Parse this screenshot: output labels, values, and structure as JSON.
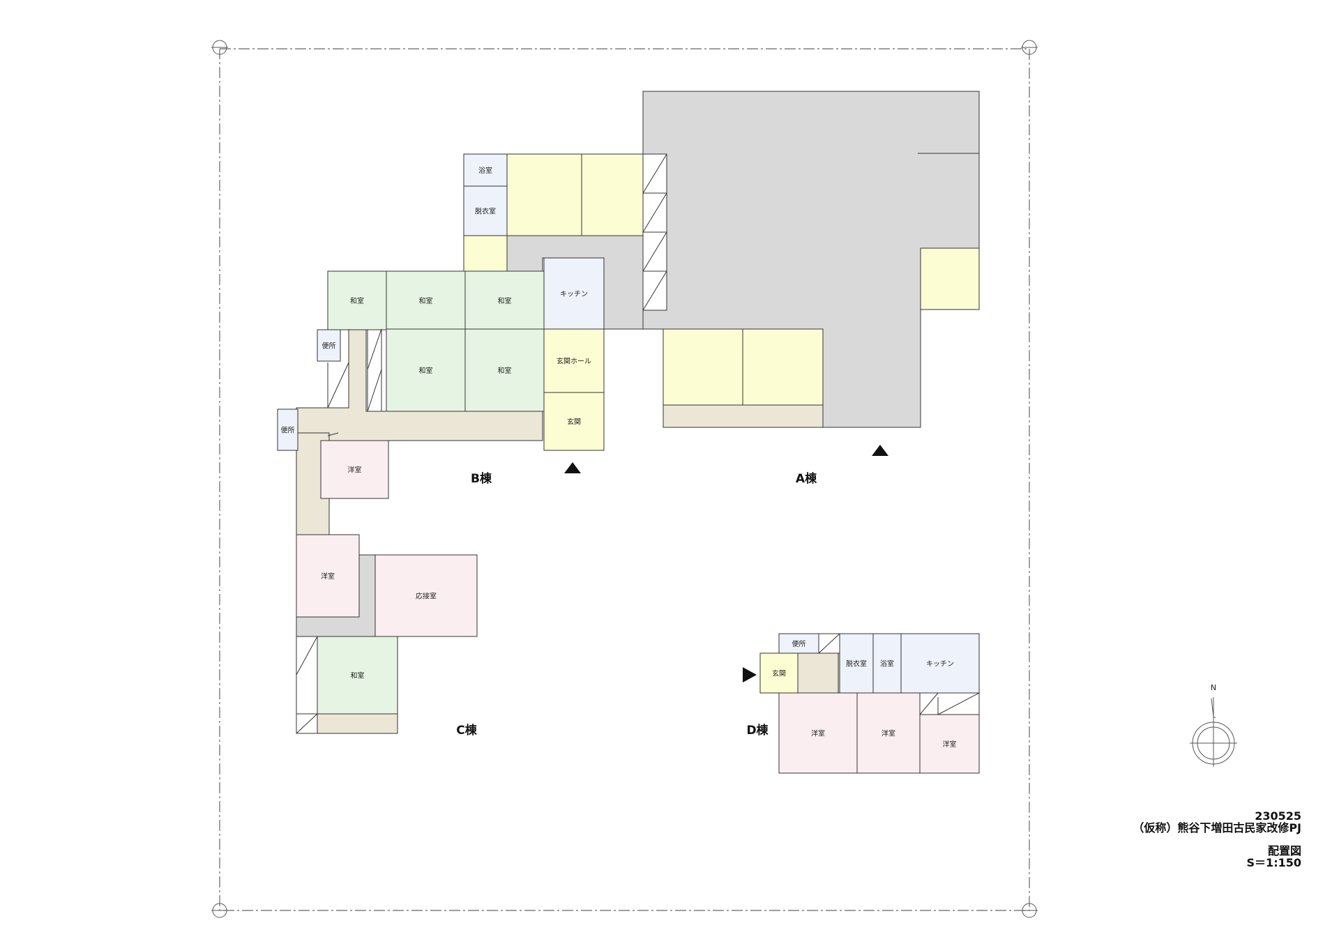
{
  "buildings": {
    "A": {
      "label": "A棟"
    },
    "B": {
      "label": "B棟"
    },
    "C": {
      "label": "C棟"
    },
    "D": {
      "label": "D棟"
    }
  },
  "rooms": {
    "washitsu": "和室",
    "kitchen": "キッチン",
    "genkan": "玄関",
    "genkan_hall": "玄関ホール",
    "benjo": "便所",
    "yokushitsu": "浴室",
    "datsuishitsu": "脱衣室",
    "youshitsu": "洋室",
    "osetsushitsu": "応接室"
  },
  "north": {
    "label": "N"
  },
  "title_block": {
    "date": "230525",
    "project": "（仮称）熊谷下増田古民家改修PJ",
    "drawing": "配置図",
    "scale": "S＝1:150"
  },
  "colors": {
    "washitsu": "#e6f5e3",
    "yellow_room": "#fdfdd3",
    "wet_room": "#eef2fa",
    "youshitsu": "#fbeef1",
    "corridor": "#ece6d7",
    "doma": "#d9d9d9",
    "line": "#333333"
  }
}
